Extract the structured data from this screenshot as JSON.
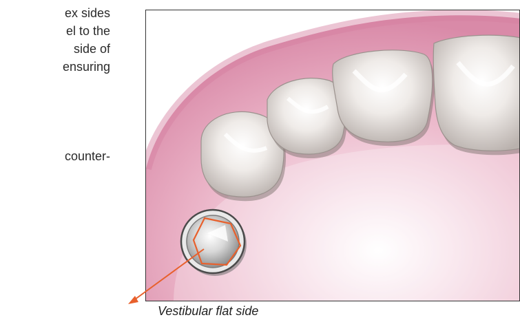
{
  "body_text": {
    "line1": "ex sides",
    "line2": "el to the",
    "line3": "side of",
    "line4": "ensuring",
    "line5": "counter-"
  },
  "figure": {
    "caption": "Vestibular flat side",
    "colors": {
      "gum": "#e6a5bd",
      "tooth": "#e9e4e1",
      "marker": "#e8602c",
      "frame": "#333333"
    }
  }
}
